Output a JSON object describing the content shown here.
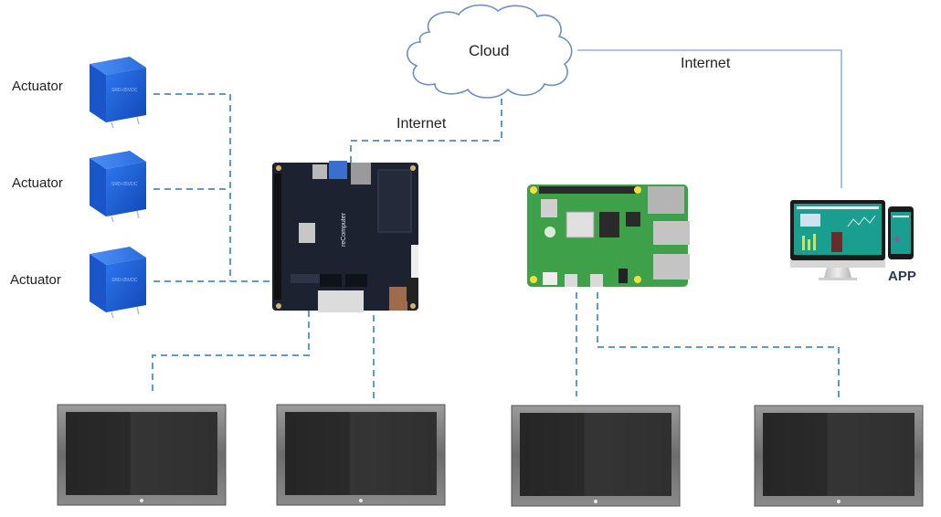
{
  "diagram": {
    "cloud": {
      "label": "Cloud"
    },
    "connections": {
      "cloud_to_board": {
        "label": "Internet",
        "style": "dashed"
      },
      "cloud_to_app": {
        "label": "Internet",
        "style": "solid"
      }
    },
    "actuators": [
      {
        "label": "Actuator"
      },
      {
        "label": "Actuator"
      },
      {
        "label": "Actuator"
      }
    ],
    "app": {
      "label": "APP"
    },
    "devices": {
      "controller_board": "single-board-computer",
      "raspberry_pi": "raspberry-pi-board"
    },
    "displays": [
      {
        "name": "display-1"
      },
      {
        "name": "display-2"
      },
      {
        "name": "display-3"
      },
      {
        "name": "display-4"
      }
    ],
    "colors": {
      "dashed_line": "#5b9bd5",
      "solid_line": "#8eb4e3",
      "cloud_stroke": "#6f8fc0",
      "relay_blue": "#1f5fd6",
      "board_dark": "#1c2230",
      "pi_green": "#3fa04a",
      "screen_teal": "#1a9e8f",
      "monitor_bezel": "#7a7a7a",
      "monitor_screen": "#2e2e2e"
    }
  }
}
